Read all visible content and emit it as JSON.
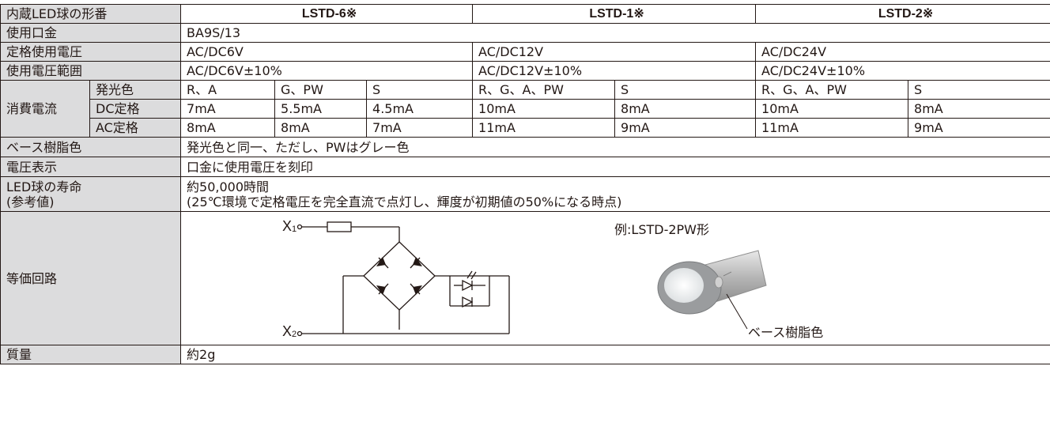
{
  "header": {
    "label": "内蔵LED球の形番",
    "models": [
      "LSTD-6※",
      "LSTD-1※",
      "LSTD-2※"
    ]
  },
  "rows": {
    "base": {
      "label": "使用口金",
      "value": "BA9S/13"
    },
    "rated_voltage": {
      "label": "定格使用電圧",
      "values": [
        "AC/DC6V",
        "AC/DC12V",
        "AC/DC24V"
      ]
    },
    "voltage_range": {
      "label": "使用電圧範囲",
      "values": [
        "AC/DC6V±10%",
        "AC/DC12V±10%",
        "AC/DC24V±10%"
      ]
    },
    "current": {
      "label": "消費電流",
      "color": {
        "label": "発光色",
        "values": [
          "R、A",
          "G、PW",
          "S",
          "R、G、A、PW",
          "S",
          "R、G、A、PW",
          "S"
        ]
      },
      "dc": {
        "label": "DC定格",
        "values": [
          "7mA",
          "5.5mA",
          "4.5mA",
          "10mA",
          "8mA",
          "10mA",
          "8mA"
        ]
      },
      "ac": {
        "label": "AC定格",
        "values": [
          "8mA",
          "8mA",
          "7mA",
          "11mA",
          "9mA",
          "11mA",
          "9mA"
        ]
      }
    },
    "base_color": {
      "label": "ベース樹脂色",
      "value": "発光色と同一、ただし、PWはグレー色"
    },
    "voltage_mark": {
      "label": "電圧表示",
      "value": "口金に使用電圧を刻印"
    },
    "life": {
      "label_line1": "LED球の寿命",
      "label_line2": "(参考値)",
      "line1": "約50,000時間",
      "line2": "(25℃環境で定格電圧を完全直流で点灯し、輝度が初期値の50%になる時点)"
    },
    "circuit": {
      "label": "等価回路",
      "x1": "X",
      "x1_sub": "1",
      "x2": "X",
      "x2_sub": "2",
      "example": "例:LSTD-2PW形",
      "base_callout": "ベース樹脂色"
    },
    "mass": {
      "label": "質量",
      "value": "約2g"
    }
  }
}
